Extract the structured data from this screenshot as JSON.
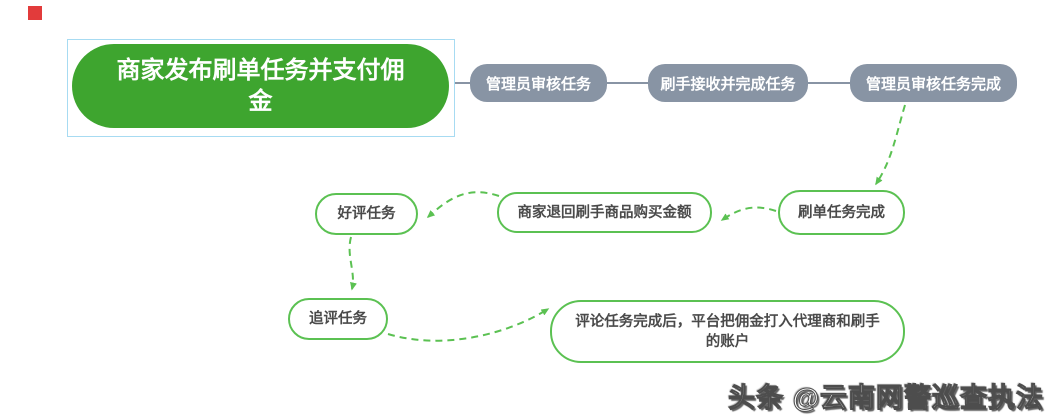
{
  "diagram": {
    "start": {
      "label": "商家发布刷单任务并支付佣金"
    },
    "admin_review": {
      "label": "管理员审核任务"
    },
    "brusher_complete": {
      "label": "刷手接收并完成任务"
    },
    "admin_review_complete": {
      "label": "管理员审核任务完成"
    },
    "task_complete": {
      "label": "刷单任务完成"
    },
    "refund": {
      "label": "商家退回刷手商品购买金额"
    },
    "positive_review": {
      "label": "好评任务"
    },
    "follow_up_review": {
      "label": "追评任务"
    },
    "commission": {
      "label": "评论任务完成后，平台把佣金打入代理商和刷手的账户"
    }
  },
  "watermark": {
    "text": "头条 @云南网警巡查执法"
  },
  "colors": {
    "start_node_fill": "#3ea52f",
    "gray_node_fill": "#8894a4",
    "green_accent": "#5bc152",
    "selection_border": "#a7dbf2",
    "node_text_dark": "#4a4a4a",
    "red_marker": "#e23b3b"
  }
}
